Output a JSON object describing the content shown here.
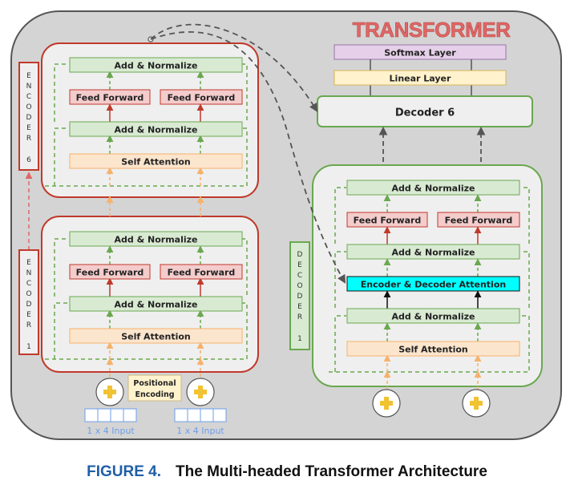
{
  "title": "TRANSFORMER",
  "encoder_blocks": {
    "top": {
      "add_norm_1": "Add & Normalize",
      "feed_forward_left": "Feed Forward",
      "feed_forward_right": "Feed Forward",
      "add_norm_2": "Add & Normalize",
      "self_attention": "Self Attention"
    },
    "bottom": {
      "add_norm_1": "Add & Normalize",
      "feed_forward_left": "Feed Forward",
      "feed_forward_right": "Feed Forward",
      "add_norm_2": "Add & Normalize",
      "self_attention": "Self Attention"
    }
  },
  "side_labels": {
    "encoder_6": [
      "E",
      "N",
      "C",
      "O",
      "D",
      "E",
      "R",
      "6"
    ],
    "encoder_1": [
      "E",
      "N",
      "C",
      "O",
      "D",
      "E",
      "R",
      "1"
    ],
    "decoder_1": [
      "D",
      "E",
      "C",
      "O",
      "D",
      "E",
      "R",
      "1"
    ]
  },
  "positional_encoding": [
    "Positional",
    "Encoding"
  ],
  "inputs": [
    "1 x 4 Input",
    "1 x 4 Input"
  ],
  "decoder": {
    "softmax": "Softmax Layer",
    "linear": "Linear Layer",
    "decoder_6": "Decoder 6",
    "add_norm_top": "Add & Normalize",
    "feed_forward_left": "Feed Forward",
    "feed_forward_right": "Feed Forward",
    "add_norm_mid": "Add & Normalize",
    "enc_dec_attention": "Encoder & Decoder Attention",
    "add_norm_bottom": "Add & Normalize",
    "self_attention": "Self Attention"
  },
  "caption": {
    "figure_label": "FIGURE 4.",
    "text": "The Multi-headed Transformer Architecture"
  },
  "colors": {
    "panel": "#d4d4d4",
    "block_bg": "#efefef",
    "encoder_border": "#c0392b",
    "decoder_border": "#6aa84f",
    "add_norm_fill": "#d9ead3",
    "feed_forward_fill": "#f4cccc",
    "self_attention_fill": "#fce5cd",
    "linear_fill": "#fff2cc",
    "softmax_fill": "#e6d0e9",
    "enc_dec_fill": "#00ffff",
    "title": "#e06666",
    "input_blue": "#6d9eeb",
    "plus_yellow": "#f1c232"
  }
}
